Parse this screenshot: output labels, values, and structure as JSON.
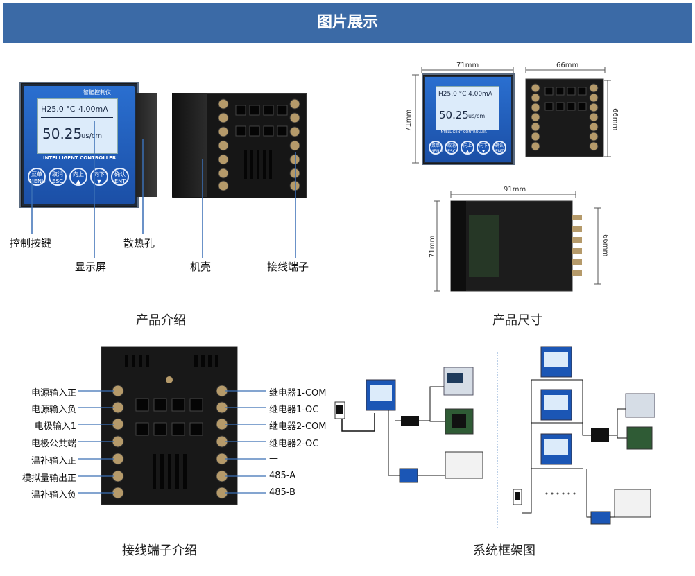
{
  "header": {
    "title": "图片展示"
  },
  "sections": {
    "intro": {
      "caption": "产品介绍",
      "labels": {
        "keys": "控制按键",
        "screen": "显示屏",
        "vent": "散热孔",
        "shell": "机壳",
        "terminal": "接线端子"
      }
    },
    "size": {
      "caption": "产品尺寸",
      "dims": {
        "front_w": "71mm",
        "front_h": "71mm",
        "back_w": "66mm",
        "back_h": "66mm",
        "side_w": "91mm",
        "side_h": "71mm",
        "side_depth": "66mm"
      }
    },
    "wiring": {
      "caption": "接线端子介绍",
      "left": [
        "电源输入正",
        "电源输入负",
        "电极输入1",
        "电极公共端",
        "温补输入正",
        "模拟量输出正",
        "温补输入负"
      ],
      "right": [
        "继电器1-COM",
        "继电器1-OC",
        "继电器2-COM",
        "继电器2-OC",
        "—",
        "485-A",
        "485-B"
      ]
    },
    "system": {
      "caption": "系统框架图"
    }
  },
  "device": {
    "brand": "智能控制仪",
    "line1": "H25.0 °C",
    "line1b": "4.00mA",
    "main_value": "50.25",
    "unit": "us/cm",
    "model_strip": "INTELLIGENT CONTROLLER",
    "buttons": [
      {
        "top": "菜单",
        "bottom": "MENU"
      },
      {
        "top": "取消",
        "bottom": "ESC"
      },
      {
        "top": "向上",
        "bottom": "▲"
      },
      {
        "top": "向下",
        "bottom": "▼"
      },
      {
        "top": "确认",
        "bottom": "ENT"
      }
    ]
  },
  "colors": {
    "banner": "#3b6aa6",
    "panel": "#1b56b5"
  }
}
